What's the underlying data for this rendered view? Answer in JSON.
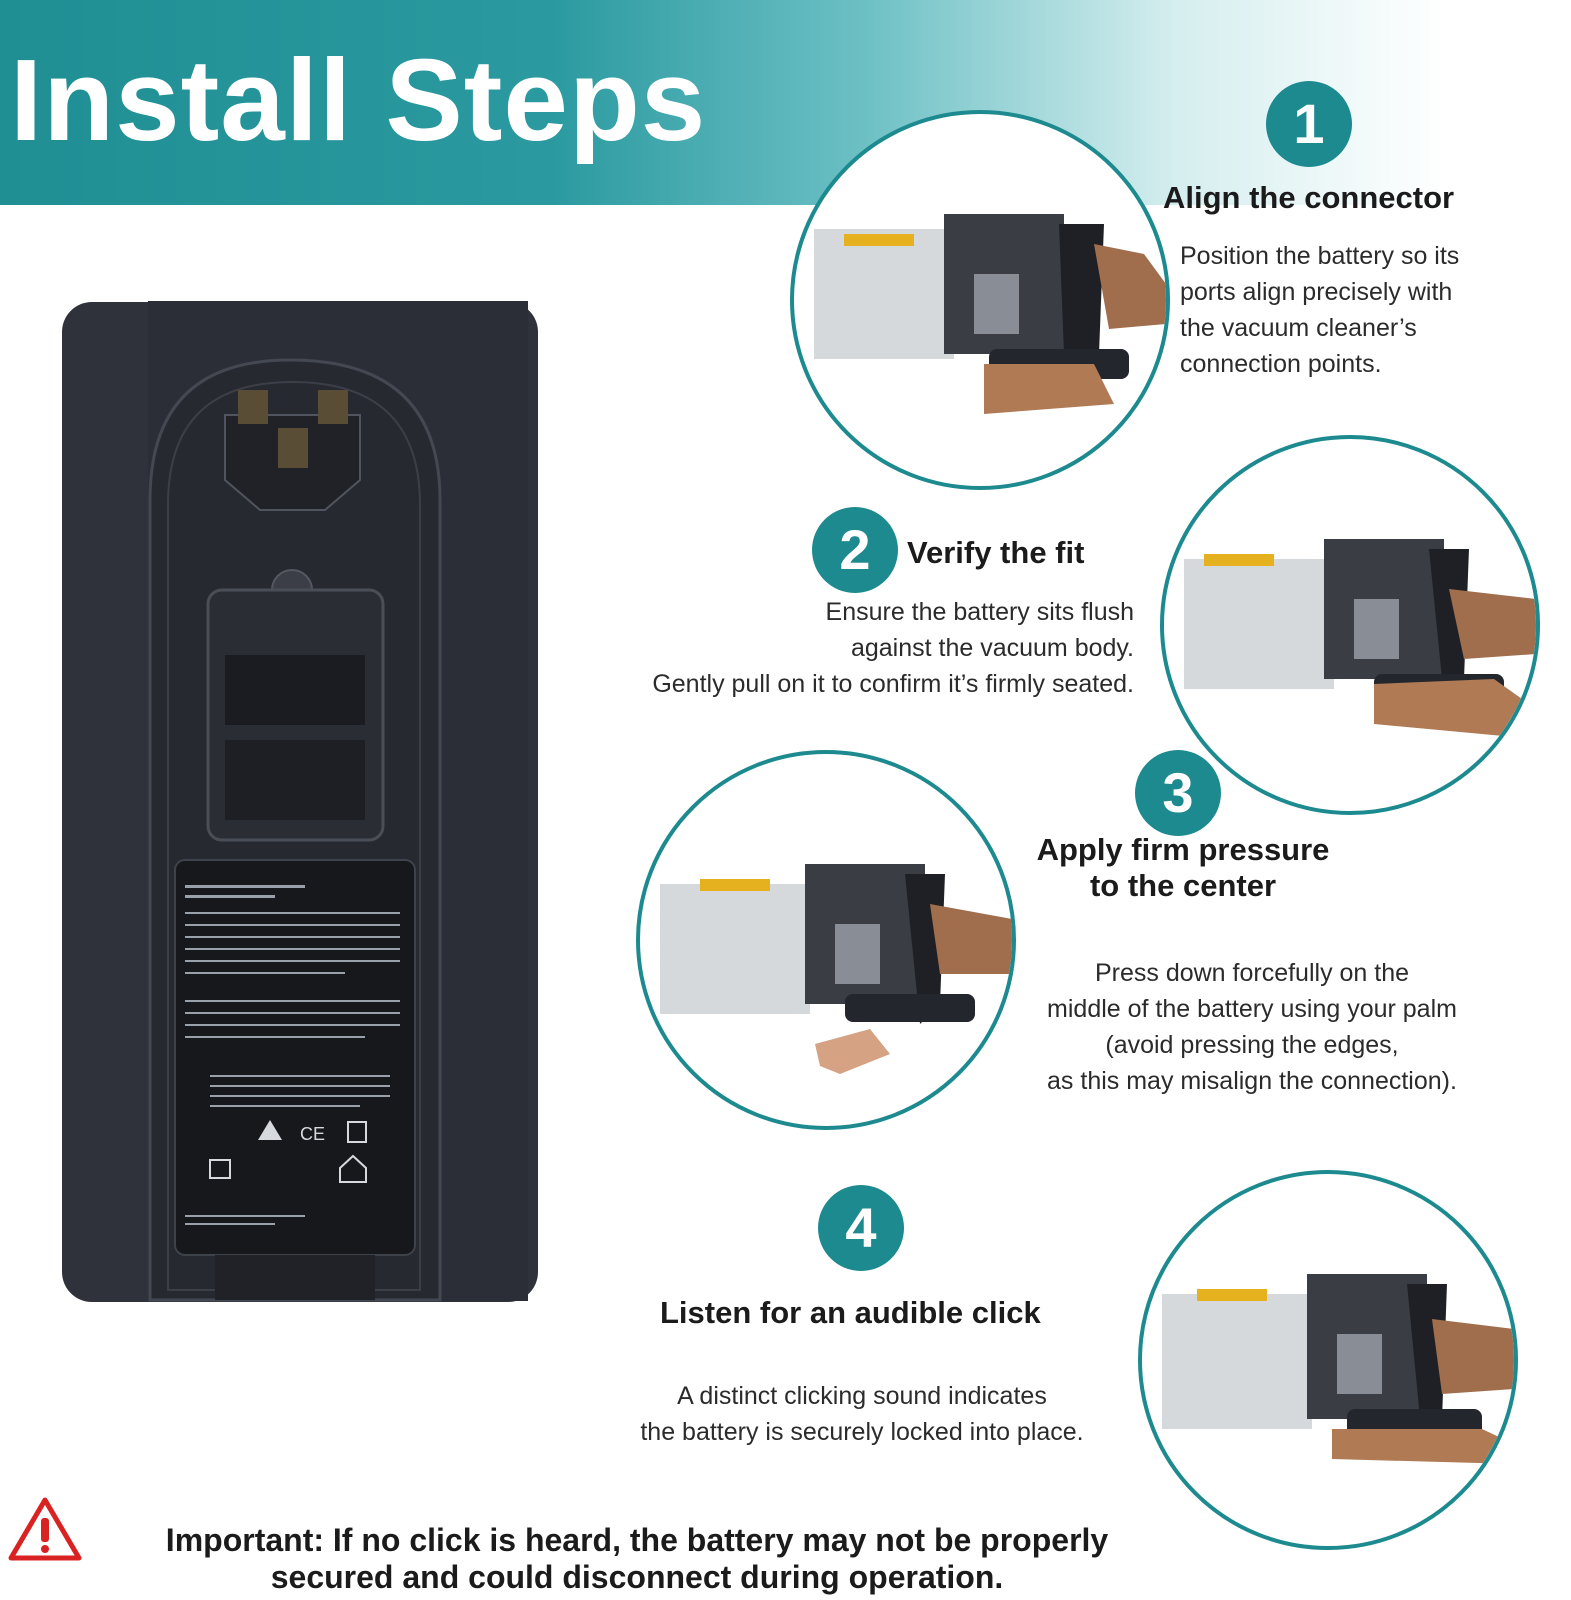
{
  "banner": {
    "title": "Install Steps"
  },
  "colors": {
    "accent": "#1c8a8f",
    "warning": "#d92323"
  },
  "steps": [
    {
      "number": "1",
      "title": "Align the connector",
      "description": [
        "Position the battery so its",
        "ports align precisely with",
        "the vacuum cleaner’s",
        "connection points."
      ]
    },
    {
      "number": "2",
      "title": "Verify the fit",
      "description": [
        "Ensure the battery sits flush",
        "against the vacuum body.",
        "Gently pull on it to confirm it’s firmly seated."
      ]
    },
    {
      "number": "3",
      "title": [
        "Apply firm pressure",
        "to the center"
      ],
      "description": [
        "Press down forcefully on the",
        "middle of the battery using your palm",
        "(avoid pressing the edges,",
        "as this may misalign the connection)."
      ]
    },
    {
      "number": "4",
      "title": "Listen for an audible click",
      "description": [
        "A distinct clicking sound indicates",
        "the battery is securely locked into place."
      ]
    }
  ],
  "warning": {
    "icon": "warning-triangle-icon",
    "lines": [
      "Important: If no click is heard, the battery may not be properly",
      "secured and could disconnect during operation."
    ]
  }
}
